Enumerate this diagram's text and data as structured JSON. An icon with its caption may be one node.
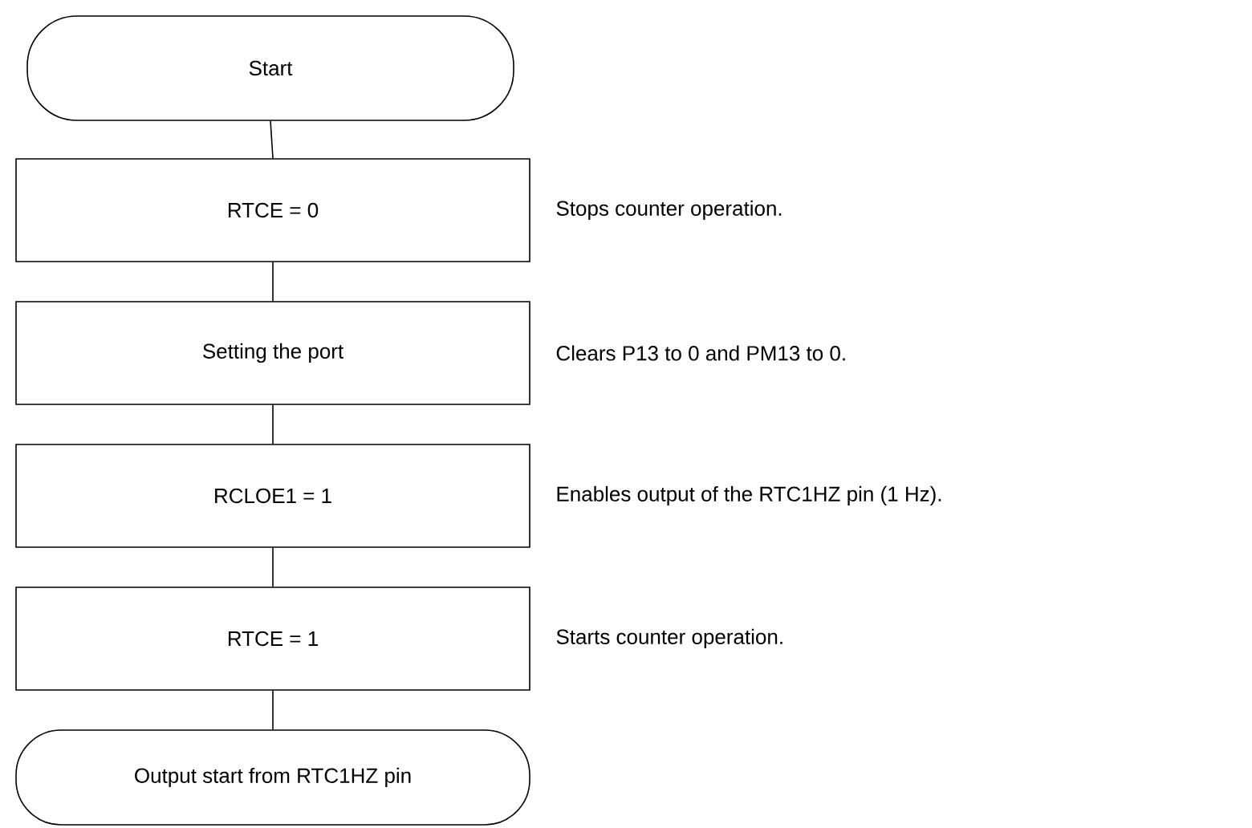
{
  "diagram": {
    "nodes": [
      {
        "text": [
          "Start"
        ]
      },
      {
        "text": [
          "RTCE = 0"
        ],
        "beside": [
          "Stops counter operation."
        ]
      },
      {
        "text": [
          "Setting the port"
        ],
        "beside": [
          "Clears P13 to 0 and PM13 to 0."
        ]
      },
      {
        "text": [
          "RCLOE1 = 1"
        ],
        "beside": [
          "Enables output of the RTC1HZ pin (1 Hz)."
        ]
      },
      {
        "text": [
          "RTCE = 1"
        ],
        "beside": [
          "Starts counter operation."
        ]
      },
      {
        "text": [
          "Output start from RTC1HZ pin"
        ]
      }
    ],
    "edges": [
      {
        "from": 0,
        "to": 1,
        "arrow": "none"
      },
      {
        "from": 1,
        "to": 2,
        "arrow": "none"
      },
      {
        "from": 2,
        "to": 3,
        "arrow": "none"
      },
      {
        "from": 3,
        "to": 4,
        "arrow": "none"
      },
      {
        "from": 4,
        "to": 5,
        "arrow": "none"
      }
    ]
  }
}
